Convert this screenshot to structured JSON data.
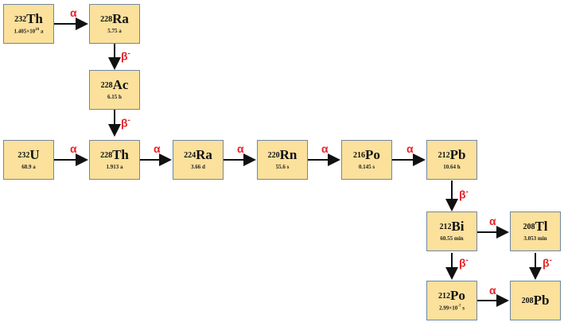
{
  "nuclides": {
    "th232": {
      "mass": "232",
      "symbol": "Th",
      "halflife_base": "1.405×10",
      "halflife_exp": "10",
      "halflife_unit": " a"
    },
    "ra228": {
      "mass": "228",
      "symbol": "Ra",
      "halflife": "5.75 a"
    },
    "ac228": {
      "mass": "228",
      "symbol": "Ac",
      "halflife": "6.15 h"
    },
    "u232": {
      "mass": "232",
      "symbol": "U",
      "halflife": "68.9 a"
    },
    "th228": {
      "mass": "228",
      "symbol": "Th",
      "halflife": "1.913 a"
    },
    "ra224": {
      "mass": "224",
      "symbol": "Ra",
      "halflife": "3.66 d"
    },
    "rn220": {
      "mass": "220",
      "symbol": "Rn",
      "halflife": "55.6 s"
    },
    "po216": {
      "mass": "216",
      "symbol": "Po",
      "halflife": "0.145 s"
    },
    "pb212": {
      "mass": "212",
      "symbol": "Pb",
      "halflife": "10.64 h"
    },
    "bi212": {
      "mass": "212",
      "symbol": "Bi",
      "halflife": "60.55 min"
    },
    "tl208": {
      "mass": "208",
      "symbol": "Tl",
      "halflife": "3.053 min"
    },
    "po212": {
      "mass": "212",
      "symbol": "Po",
      "halflife_base": "2.99×10",
      "halflife_exp": "-7",
      "halflife_unit": " s"
    },
    "pb208": {
      "mass": "208",
      "symbol": "Pb"
    }
  },
  "decay_labels": {
    "alpha": "α",
    "beta": "β",
    "beta_sign": "-"
  },
  "colors": {
    "box_fill": "#fbe19b",
    "box_border": "#6f86a6",
    "label": "#e8232a"
  }
}
